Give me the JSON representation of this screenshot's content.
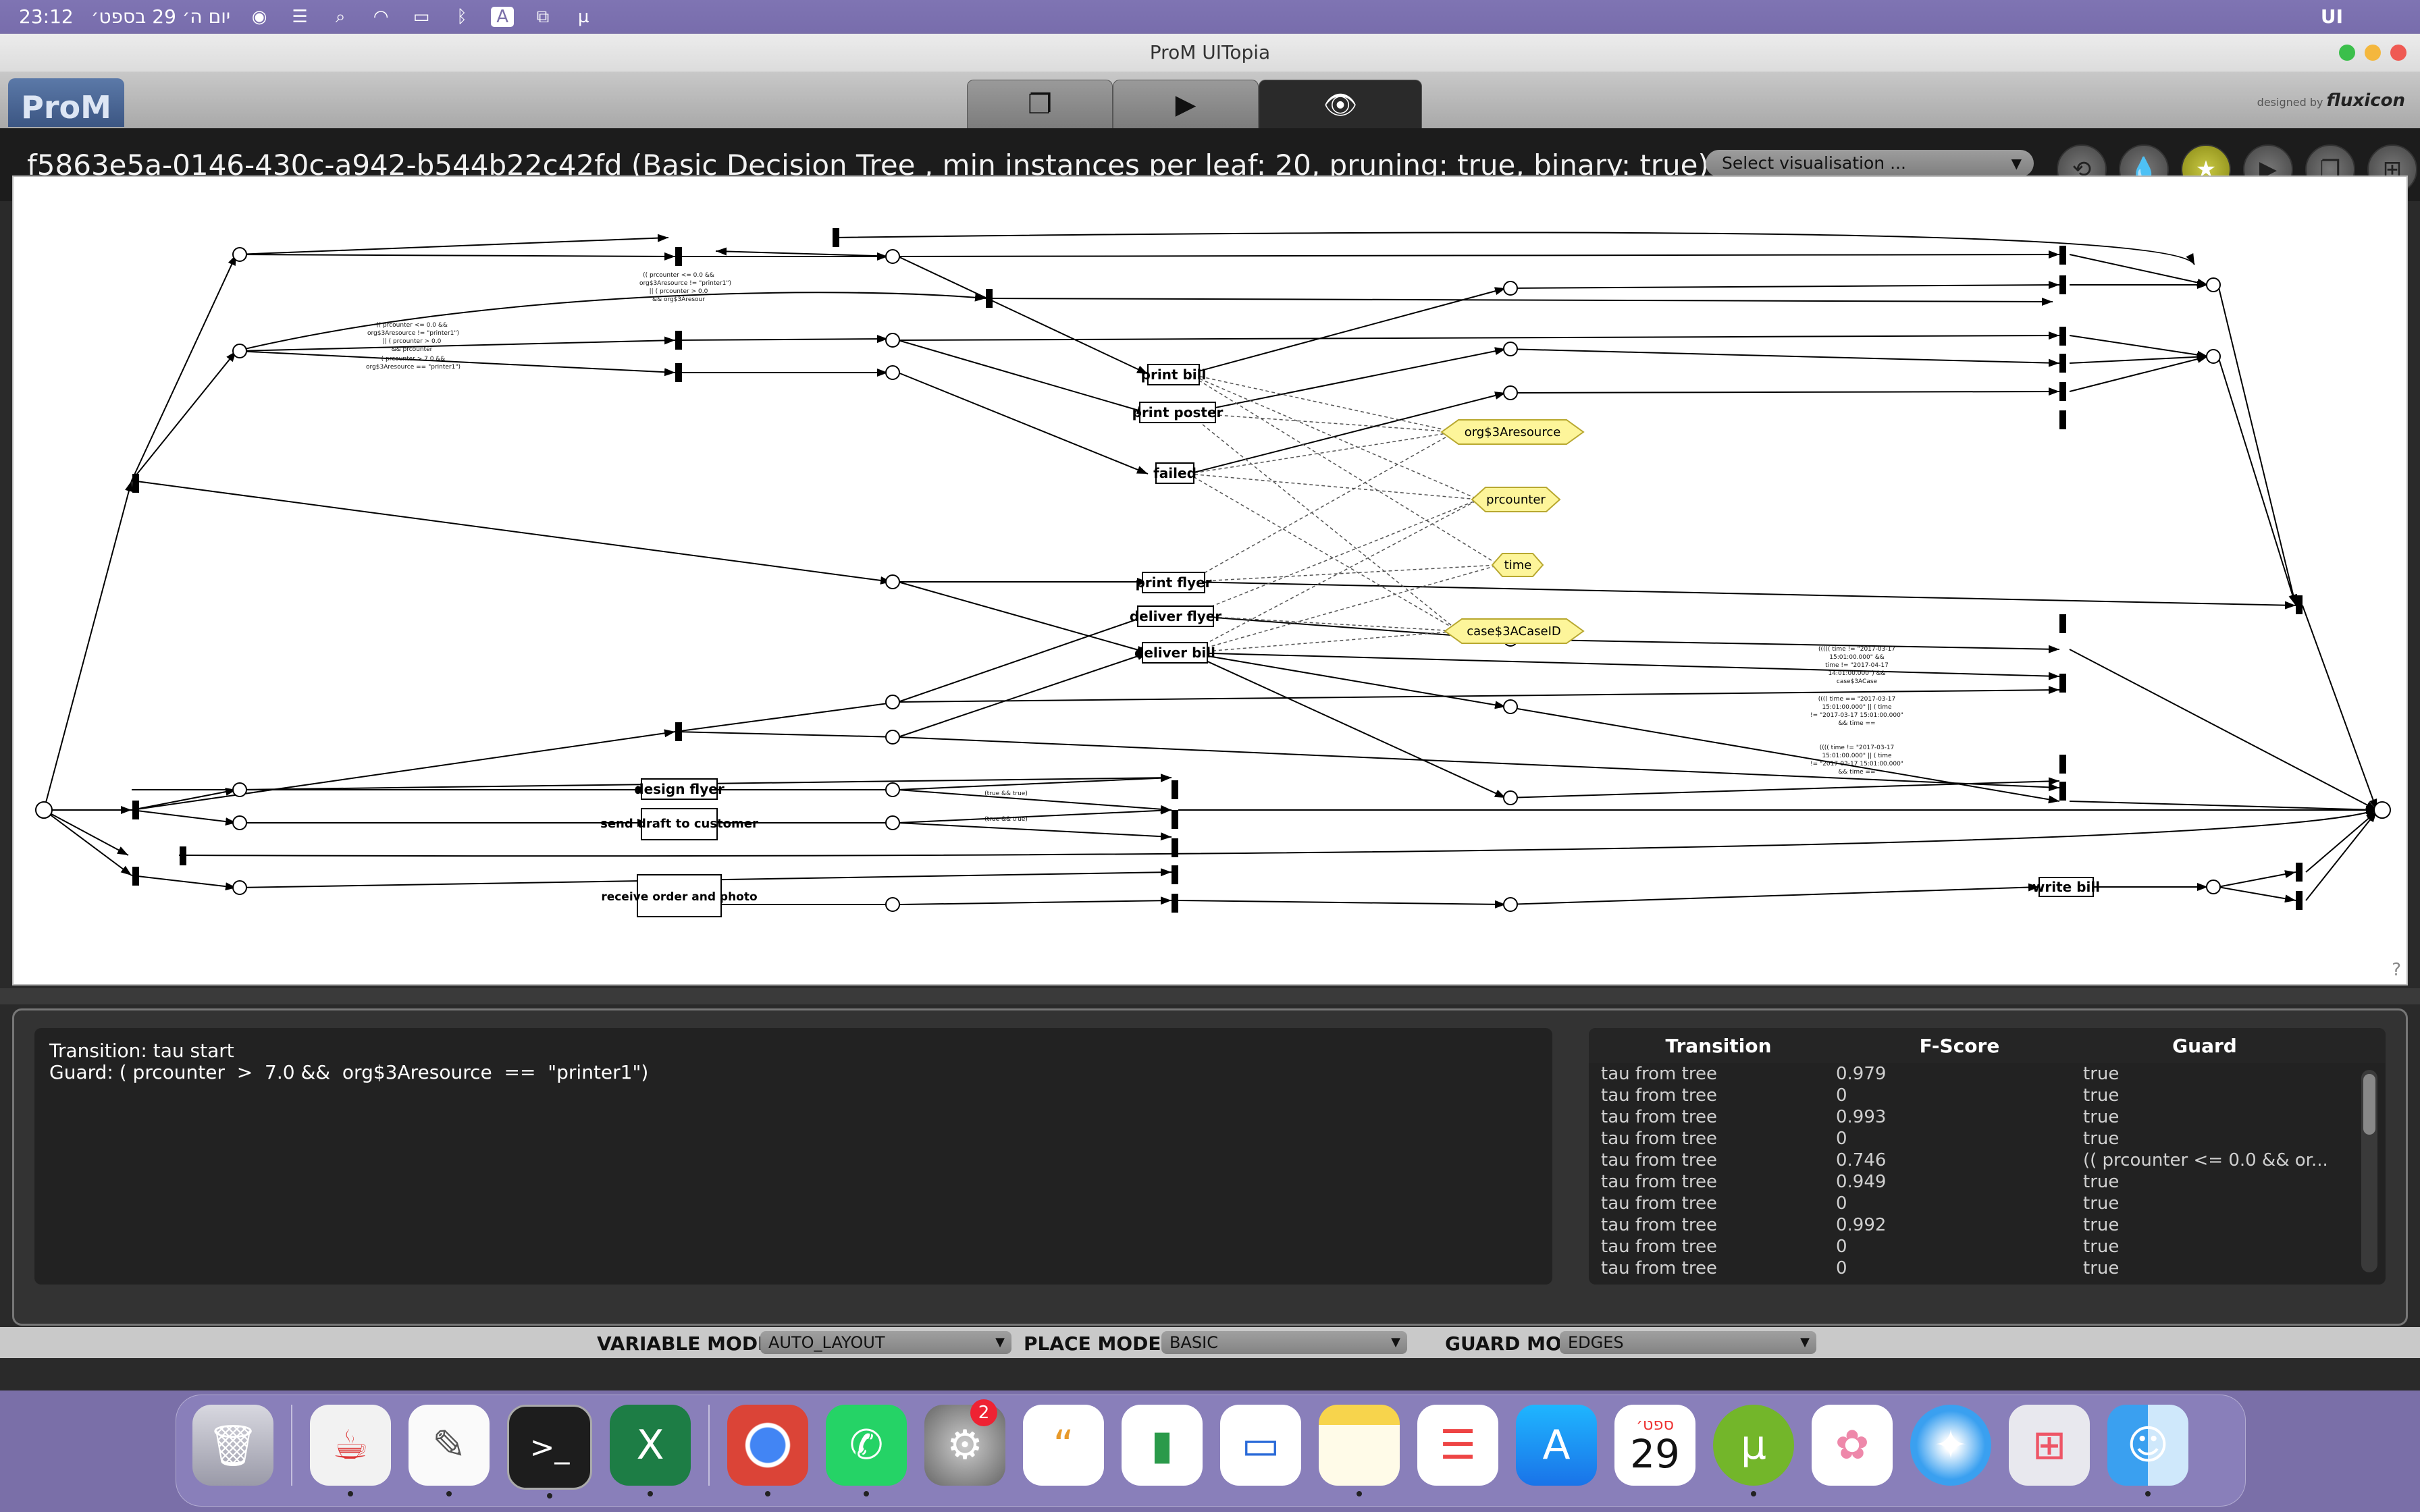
{
  "menubar": {
    "time": "23:12",
    "date": "יום ה׳ 29 בספט׳",
    "input_lang": "UI",
    "keyboard_letter": "A"
  },
  "window": {
    "title": "ProM UITopia",
    "logo": "ProM",
    "designed_by": "designed by",
    "brand": "fluxicon"
  },
  "header": {
    "title": "f5863e5a-0146-430c-a942-b544b22c42fd (Basic Decision Tree , min instances per leaf: 20, pruning: true, binary: true)",
    "select_placeholder": "Select visualisation ..."
  },
  "graph": {
    "transitions": [
      "print bill",
      "print poster",
      "failed",
      "print flyer",
      "deliver flyer",
      "deliver bill",
      "design flyer",
      "send draft to customer",
      "receive order and photo",
      "write bill"
    ],
    "variables": [
      "org$3Aresource",
      "prcounter",
      "time",
      "case$3ACaseID"
    ],
    "guards": {
      "g1": "(( prcounter <= 0.0 &&",
      "g2": "org$3Aresource != \"printer1\")",
      "g3": "|| ( prcounter > 0.0",
      "g4": "&& org$3Aresour",
      "g5": "(( prcounter <= 0.0 &&",
      "g6": "org$3Aresource != \"printer1\")",
      "g7": "|| ( prcounter > 0.0",
      "g8": "&& prcounter",
      "g9": "( prcounter > 7.0 &&",
      "g10": "org$3Aresource == \"printer1\")",
      "t1": "(true && true)",
      "t2": "(true && true)",
      "time1": "((((( time != \"2017-03-17",
      "time2": "15:01:00.000\" &&",
      "time3": "time != \"2017-04-17",
      "time4": "14:01:00.000\") &&",
      "time5": "case$3ACase",
      "time6": "(((( time == \"2017-03-17",
      "time7": "15:01:00.000\" || ( time",
      "time8": "!= \"2017-03-17 15:01:00.000\"",
      "time9": "&& time ==",
      "time10": "(((( time != \"2017-03-17",
      "time11": "15:01:00.000\" || ( time",
      "time12": "!= \"2017-03-17 15:01:00.000\"",
      "time13": "&& time =="
    }
  },
  "info": {
    "line1": "Transition: tau start",
    "line2": "Guard: ( prcounter  >  7.0 &&  org$3Aresource  ==  \"printer1\")"
  },
  "table": {
    "headers": [
      "Transition",
      "F-Score",
      "Guard"
    ],
    "rows": [
      {
        "t": "tau from tree",
        "f": "0.979",
        "g": "true"
      },
      {
        "t": "tau from tree",
        "f": "0",
        "g": "true"
      },
      {
        "t": "tau from tree",
        "f": "0.993",
        "g": "true"
      },
      {
        "t": "tau from tree",
        "f": "0",
        "g": "true"
      },
      {
        "t": "tau from tree",
        "f": "0.746",
        "g": "(( prcounter  <=  0.0 &&  or..."
      },
      {
        "t": "tau from tree",
        "f": "0.949",
        "g": "true"
      },
      {
        "t": "tau from tree",
        "f": "0",
        "g": "true"
      },
      {
        "t": "tau from tree",
        "f": "0.992",
        "g": "true"
      },
      {
        "t": "tau from tree",
        "f": "0",
        "g": "true"
      },
      {
        "t": "tau from tree",
        "f": "0",
        "g": "true"
      }
    ]
  },
  "modes": {
    "variable_label": "VARIABLE MODE",
    "variable_value": "AUTO_LAYOUT",
    "place_label": "PLACE MODE",
    "place_value": "BASIC",
    "guard_label": "GUARD MODE",
    "guard_value": "EDGES"
  },
  "dock": {
    "calendar_month": "ספט׳",
    "calendar_day": "29",
    "settings_badge": "2"
  },
  "colors": {
    "variable_fill": "#fdf59a",
    "accent_gold": "#b7b730"
  }
}
